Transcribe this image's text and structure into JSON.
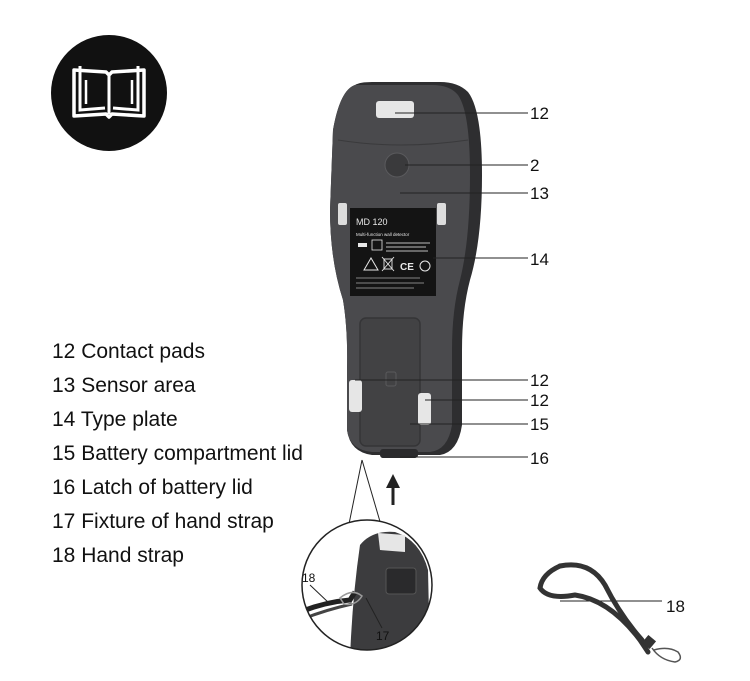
{
  "legend": [
    {
      "num": "12",
      "text": "Contact pads"
    },
    {
      "num": "13",
      "text": "Sensor area"
    },
    {
      "num": "14",
      "text": "Type plate"
    },
    {
      "num": "15",
      "text": "Battery compartment lid"
    },
    {
      "num": "16",
      "text": "Latch of battery lid"
    },
    {
      "num": "17",
      "text": "Fixture of hand strap"
    },
    {
      "num": "18",
      "text": "Hand strap"
    }
  ],
  "callouts": {
    "contact_top": "12",
    "center_2": "2",
    "sensor": "13",
    "type_plate": "14",
    "contact_left": "12",
    "contact_right": "12",
    "battery_lid": "15",
    "latch": "16",
    "strap_detail_18": "18",
    "strap_detail_17": "17",
    "strap": "18"
  },
  "type_plate": {
    "model": "MD 120",
    "subtitle": "Multi-function wall detector",
    "mark_ce": "CE"
  },
  "icons": {
    "manual": "open-book-icon"
  },
  "colors": {
    "device_body": "#4a4a4d",
    "device_side": "#2e2e30",
    "plate": "#141414",
    "badge": "#111111"
  }
}
